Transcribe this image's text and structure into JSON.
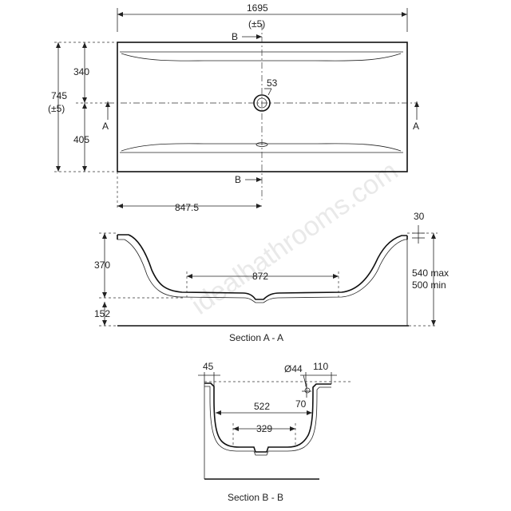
{
  "plan": {
    "length": "1695",
    "length_tol": "(±5)",
    "width": "745",
    "width_tol": "(±5)",
    "upper_offset": "340",
    "lower_offset": "405",
    "waste_diameter": "53",
    "waste_position": "847.5",
    "section_a_label": "A",
    "section_b_label": "B"
  },
  "section_aa": {
    "caption": "Section A - A",
    "depth": "370",
    "floor_length": "872",
    "rim": "30",
    "height_max": "540 max",
    "height_min": "500 min",
    "base": "152"
  },
  "section_bb": {
    "caption": "Section B - B",
    "rim_width": "45",
    "overflow_diameter": "Ø44",
    "overflow_offset": "110",
    "overflow_height": "70",
    "inner_width": "522",
    "floor_width": "329"
  },
  "watermark": "idealbathrooms.com"
}
